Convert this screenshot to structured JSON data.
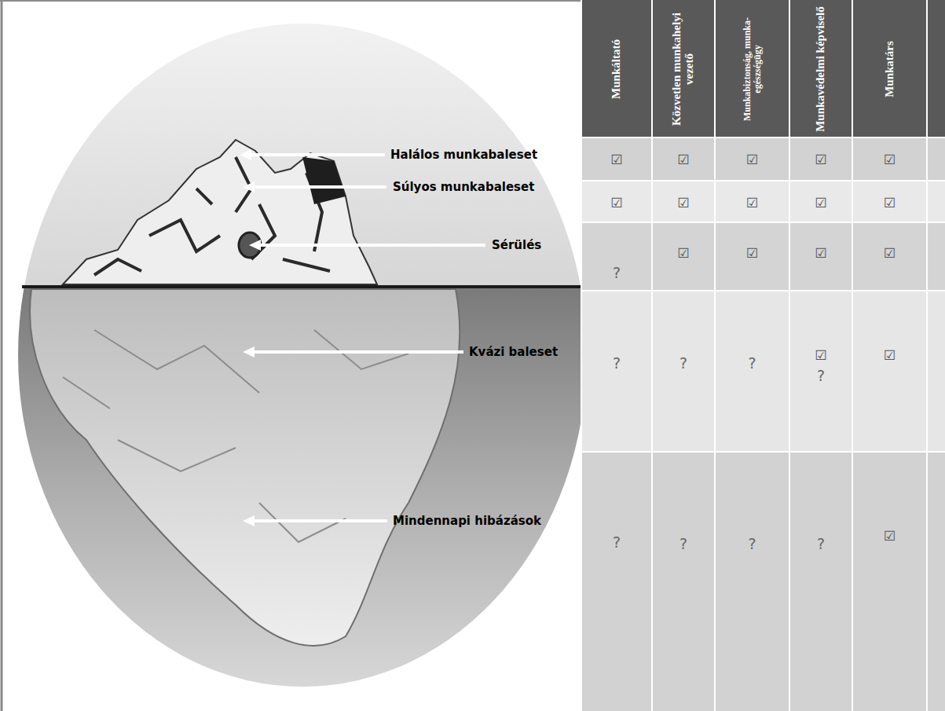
{
  "diagram": {
    "labels": [
      "Halálos munkabaleset",
      "Súlyos munkabaleset",
      "Sérülés",
      "Kvázi baleset",
      "Mindennapi hibázások",
      "Munkáltató",
      "Közvetlen munkahelyi vezető",
      "Munkabiztonság, munka-egészségügy",
      "Munkavédelmi képviselő",
      "Munkatárs",
      "☑",
      "☑",
      "☑",
      "☑",
      "☑",
      "☑",
      "☑",
      "☑",
      "☑",
      "☑",
      "?",
      "☑",
      "☑",
      "☑",
      "☑",
      "?",
      "?",
      "?",
      "☑",
      "?",
      "☑",
      "?",
      "?",
      "?",
      "?",
      "☑"
    ]
  }
}
